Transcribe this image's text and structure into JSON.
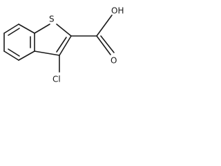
{
  "molecule": {
    "atoms": {
      "sulfur": "S",
      "hydroxyl": "OH",
      "carbonyl_oxygen": "O",
      "chlorine": "Cl"
    },
    "colors": {
      "bond": "#1a1a1a",
      "label": "#1a1a1a",
      "background": "#ffffff"
    }
  }
}
